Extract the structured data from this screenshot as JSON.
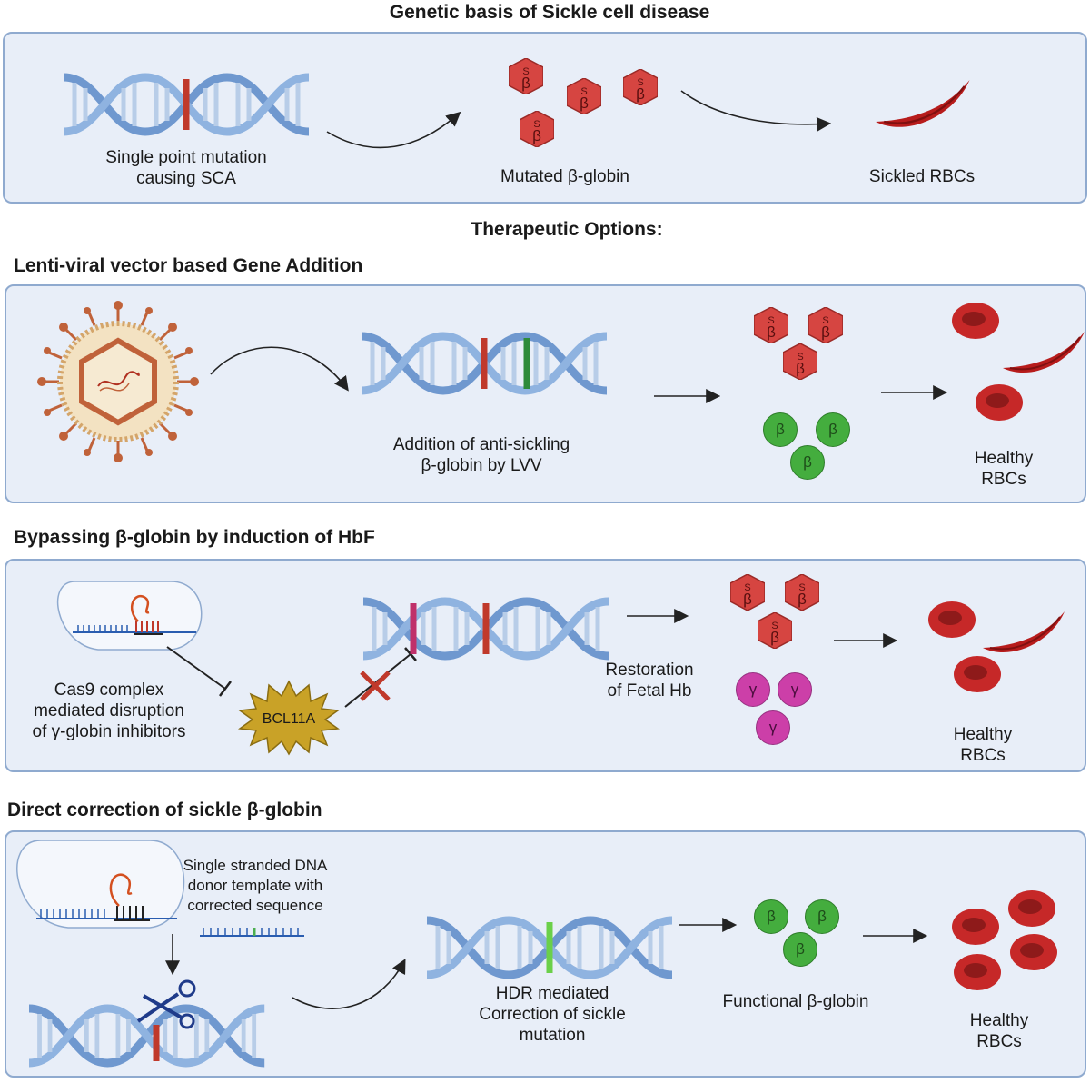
{
  "titles": {
    "main": "Genetic basis of Sickle cell disease",
    "options": "Therapeutic Options:",
    "lvv": "Lenti-viral vector based Gene Addition",
    "hbf": "Bypassing β-globin by induction of HbF",
    "direct": "Direct correction of sickle β-globin"
  },
  "panel1": {
    "mutation": "Single point mutation\ncausing SCA",
    "mutated": "Mutated β-globin",
    "sickled": "Sickled RBCs"
  },
  "panel2": {
    "addition": "Addition of anti-sickling\nβ-globin by LVV",
    "healthy": "Healthy RBCs"
  },
  "panel3": {
    "cas9": "Cas9 complex\nmediated disruption\nof γ-globin inhibitors",
    "bcl": "BCL11A",
    "restore": "Restoration\nof Fetal Hb",
    "healthy": "Healthy RBCs"
  },
  "panel4": {
    "ssdna": "Single stranded DNA\ndonor template with\ncorrected sequence",
    "hdr": "HDR mediated\nCorrection of sickle\nmutation",
    "functional": "Functional β-globin",
    "healthy": "Healthy RBCs"
  },
  "glyphs": {
    "beta_s": "β",
    "s": "S",
    "beta": "β",
    "gamma": "γ"
  },
  "colors": {
    "panel_bg": "#e8eef8",
    "panel_border": "#8faacf",
    "dna": "#6f98cf",
    "mutation": "#c0392b",
    "corrected": "#2e8b3a",
    "beta_globin": "#44ad3e",
    "gamma_globin": "#cc3fa8",
    "rbc": "#c62828",
    "bcl11a": "#c9a227"
  }
}
